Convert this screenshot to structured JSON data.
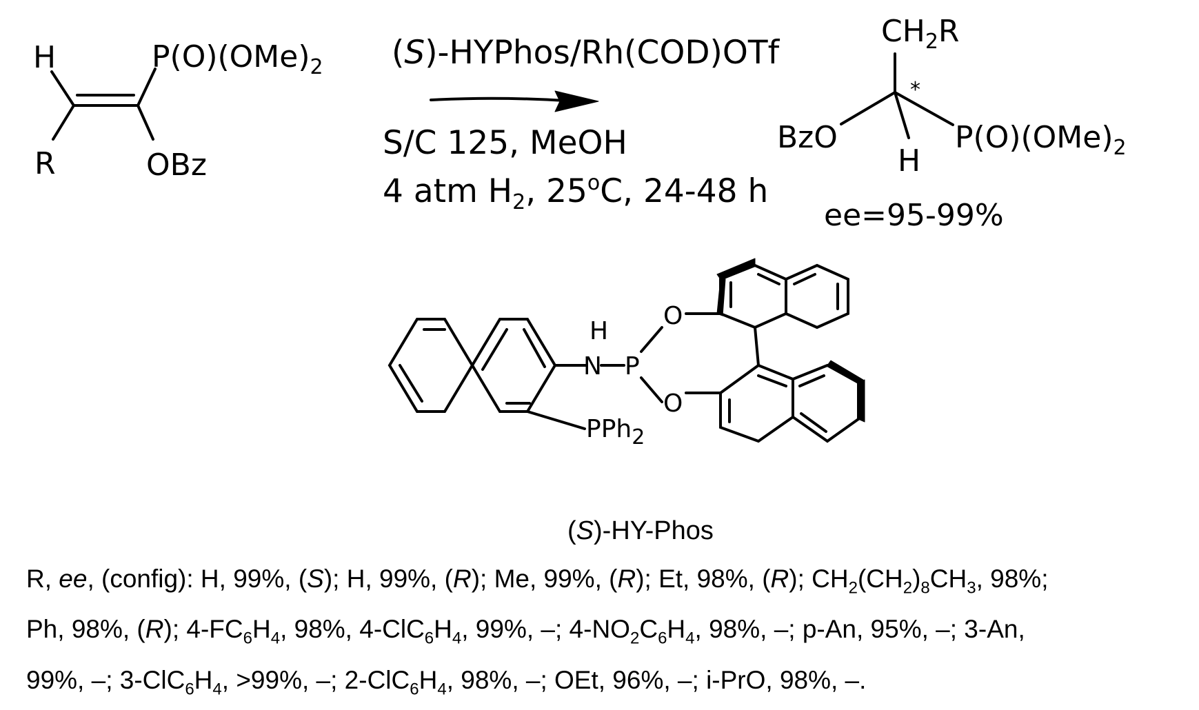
{
  "scheme": {
    "reactant": {
      "h_label": "H",
      "r_label": "R",
      "phosphonate": [
        "P(O)(OMe)",
        "2"
      ],
      "ester": "OBz"
    },
    "conditions": {
      "catalyst": [
        "(",
        "S",
        ")-HYPhos/Rh(COD)OTf"
      ],
      "line1": "S/C 125, MeOH",
      "line2": [
        "4 atm H",
        "2",
        ", 25",
        "o",
        "C, 24-48 h"
      ]
    },
    "product": {
      "ch2r": [
        "CH",
        "2",
        "R"
      ],
      "stereo_mark": "*",
      "ester": "BzO",
      "h_label": "H",
      "phosphonate": [
        "P(O)(OMe)",
        "2"
      ],
      "ee": "ee=95-99%"
    }
  },
  "ligand": {
    "o_top": "O",
    "o_bottom": "O",
    "p": "P",
    "n": "N",
    "nh_h": "H",
    "pph2": [
      "PPh",
      "2"
    ],
    "caption": [
      "(",
      "S",
      ")-HY-Phos"
    ]
  },
  "notes": {
    "lines": [
      [
        {
          "t": "R, "
        },
        {
          "t": "ee",
          "i": true
        },
        {
          "t": ", (config): H, 99%, ("
        },
        {
          "t": "S",
          "i": true
        },
        {
          "t": "); H, 99%, ("
        },
        {
          "t": "R",
          "i": true
        },
        {
          "t": "); Me, 99%, ("
        },
        {
          "t": "R",
          "i": true
        },
        {
          "t": "); Et, 98%, ("
        },
        {
          "t": "R",
          "i": true
        },
        {
          "t": "); CH"
        },
        {
          "t": "2",
          "s": true
        },
        {
          "t": "(CH"
        },
        {
          "t": "2",
          "s": true
        },
        {
          "t": ")"
        },
        {
          "t": "8",
          "s": true
        },
        {
          "t": "CH"
        },
        {
          "t": "3",
          "s": true
        },
        {
          "t": ", 98%;"
        }
      ],
      [
        {
          "t": "Ph, 98%, ("
        },
        {
          "t": "R",
          "i": true
        },
        {
          "t": "); 4-FC"
        },
        {
          "t": "6",
          "s": true
        },
        {
          "t": "H"
        },
        {
          "t": "4",
          "s": true
        },
        {
          "t": ", 98%, 4-ClC"
        },
        {
          "t": "6",
          "s": true
        },
        {
          "t": "H"
        },
        {
          "t": "4",
          "s": true
        },
        {
          "t": ", 99%, –; 4-NO"
        },
        {
          "t": "2",
          "s": true
        },
        {
          "t": "C"
        },
        {
          "t": "6",
          "s": true
        },
        {
          "t": "H"
        },
        {
          "t": "4",
          "s": true
        },
        {
          "t": ", 98%, –; p-An, 95%, –; 3-An,"
        }
      ],
      [
        {
          "t": "99%, –; 3-ClC"
        },
        {
          "t": "6",
          "s": true
        },
        {
          "t": "H"
        },
        {
          "t": "4",
          "s": true
        },
        {
          "t": ", >99%, –; 2-ClC"
        },
        {
          "t": "6",
          "s": true
        },
        {
          "t": "H"
        },
        {
          "t": "4",
          "s": true
        },
        {
          "t": ", 98%, –; OEt, 96%, –; i-PrO, 98%, –."
        }
      ]
    ]
  }
}
